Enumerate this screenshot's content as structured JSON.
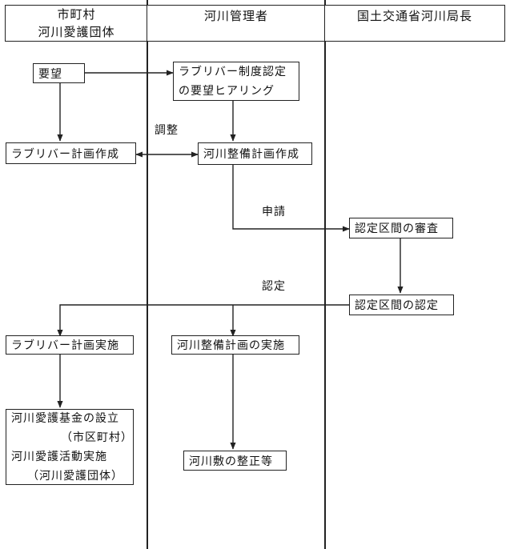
{
  "headers": {
    "municipality_line1": "市町村",
    "municipality_line2": "河川愛護団体",
    "river_admin": "河川管理者",
    "mlit": "国土交通省河川局長"
  },
  "nodes": {
    "request": "要望",
    "hearing_line1": "ラブリバー制度認定",
    "hearing_line2": "の要望ヒアリング",
    "lovriver_plan": "ラブリバー計画作成",
    "river_plan": "河川整備計画作成",
    "review": "認定区間の審査",
    "approval": "認定区間の認定",
    "lovriver_impl": "ラブリバー計画実施",
    "river_impl": "河川整備計画の実施",
    "fund_line1": "河川愛護基金の設立",
    "fund_line2": "（市区町村）",
    "activity_line1": "河川愛護活動実施",
    "activity_line2": "（河川愛護団体）",
    "river_bed": "河川敷の整正等"
  },
  "labels": {
    "coordination": "調整",
    "application": "申請",
    "certification": "認定"
  }
}
